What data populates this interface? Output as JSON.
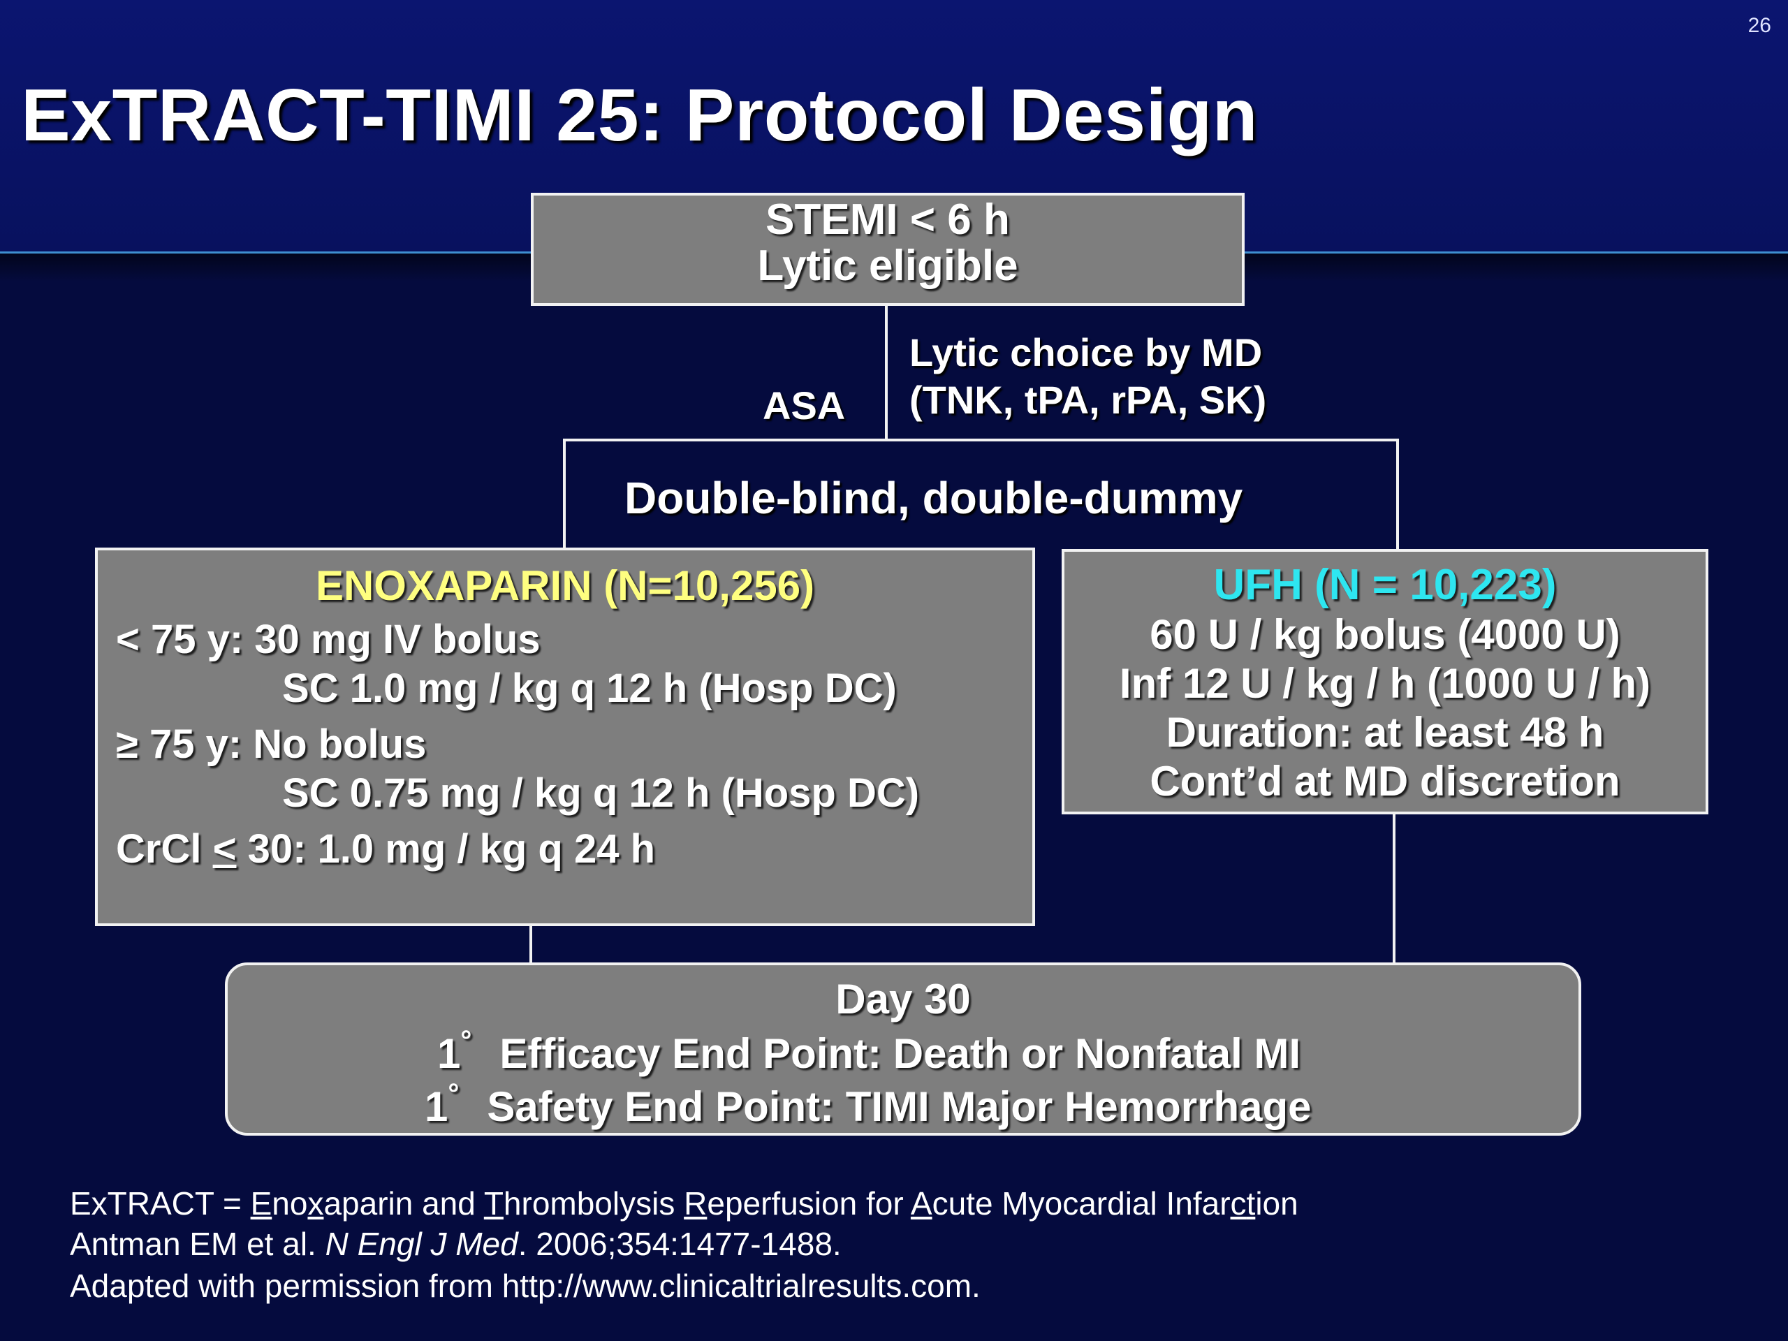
{
  "slide": {
    "number": "26",
    "title": "ExTRACT-TIMI 25: Protocol Design"
  },
  "diagram": {
    "top_box": {
      "line1": "STEMI < 6 h",
      "line2": "Lytic eligible"
    },
    "asa_label": "ASA",
    "lytic_choice": {
      "line1": "Lytic choice by MD",
      "line2": "(TNK, tPA, rPA, SK)"
    },
    "randomization_label": "Double-blind, double-dummy",
    "enoxaparin": {
      "heading": "ENOXAPARIN (N=10,256)",
      "heading_color": "#ffff80",
      "lines": [
        "< 75 y: 30 mg IV bolus",
        "SC 1.0 mg / kg q 12 h (Hosp DC)",
        "≥ 75 y: No bolus",
        "SC 0.75 mg / kg q 12 h (Hosp DC)"
      ],
      "crcl_prefix": "CrCl ",
      "crcl_symbol": "<",
      "crcl_suffix": " 30: 1.0 mg / kg q 24 h"
    },
    "ufh": {
      "heading": "UFH (N = 10,223)",
      "heading_color": "#2ee6f0",
      "lines": [
        "60 U / kg bolus (4000 U)",
        "Inf 12 U / kg / h (1000 U / h)",
        "Duration:  at least 48 h",
        "Cont’d at MD discretion"
      ]
    },
    "endpoint": {
      "day": "Day 30",
      "efficacy_num": "1",
      "efficacy_sym": "°",
      "efficacy_text": "Efficacy End Point: Death or Nonfatal MI",
      "safety_num": "1",
      "safety_sym": "°",
      "safety_text": "Safety End Point: TIMI Major Hemorrhage"
    }
  },
  "footnotes": {
    "acronym": {
      "lead": "ExTRACT = ",
      "parts": [
        {
          "u": "E",
          "t": "no"
        },
        {
          "u": "x",
          "t": "aparin and "
        },
        {
          "u": "T",
          "t": "hrombolysis "
        },
        {
          "u": "R",
          "t": "eperfusion for "
        },
        {
          "u": "A",
          "t": "cute Myocardial Infar"
        },
        {
          "u": "c",
          "t": ""
        },
        {
          "u": "t",
          "t": "ion"
        }
      ]
    },
    "citation_authors": "Antman EM et al. ",
    "citation_journal": "N Engl J Med",
    "citation_rest": ". 2006;354:1477-1488.",
    "permission": "Adapted with permission from http://www.clinicaltrialresults.com."
  }
}
